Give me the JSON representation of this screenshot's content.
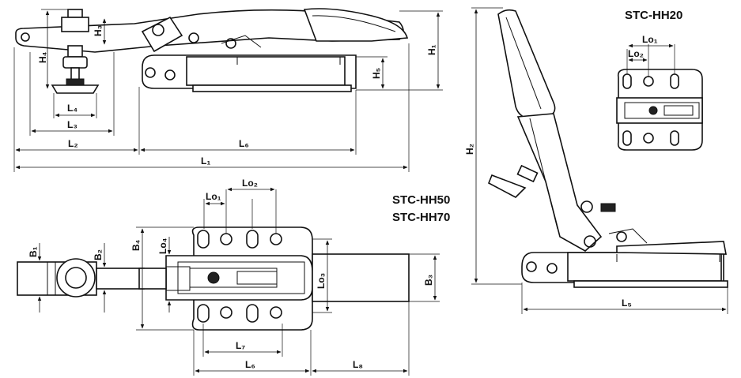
{
  "models": {
    "top": "STC-HH20",
    "mid_a": "STC-HH50",
    "mid_b": "STC-HH70"
  },
  "dimensions": {
    "H1": "H₁",
    "H2": "H₂",
    "H3": "H₃",
    "H4": "H₄",
    "H5": "H₅",
    "L1": "L₁",
    "L2": "L₂",
    "L3": "L₃",
    "L4": "L₄",
    "L5": "L₅",
    "L6": "L₆",
    "L6b": "L₆",
    "L7": "L₇",
    "L8": "L₈",
    "Lo1": "Lo₁",
    "Lo2": "Lo₂",
    "Lo1b": "Lo₁",
    "Lo2b": "Lo₂",
    "Lo3": "Lo₃",
    "Lo4": "Lo₄",
    "B1": "B₁",
    "B2": "B₂",
    "B3": "B₃",
    "B4": "B₄"
  }
}
